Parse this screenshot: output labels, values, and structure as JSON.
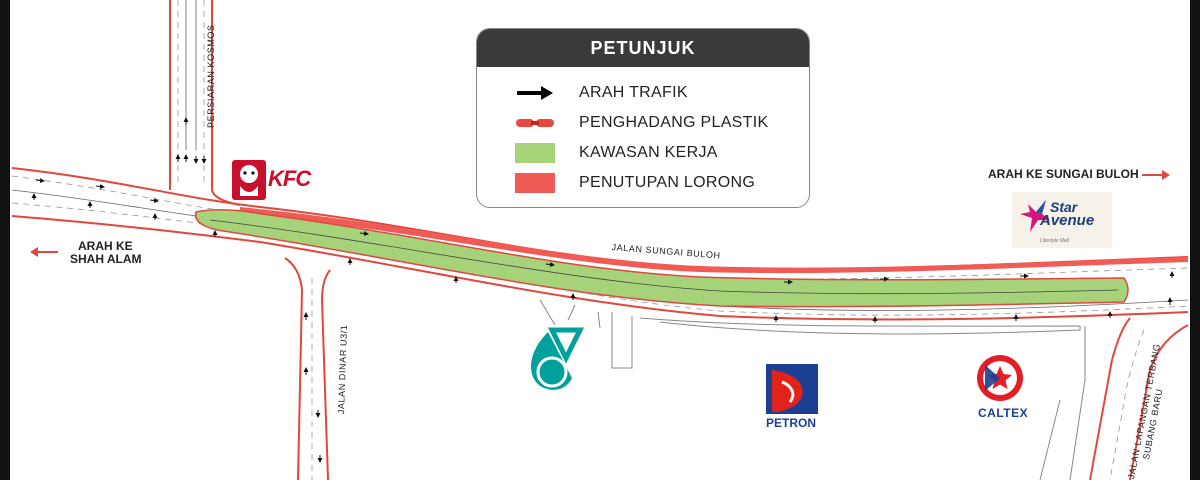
{
  "legend": {
    "title": "PETUNJUK",
    "items": [
      {
        "label": "ARAH TRAFIK",
        "symbol": "arrow-icon",
        "color": "#000000"
      },
      {
        "label": "PENGHADANG PLASTIK",
        "symbol": "barrier-icon",
        "color": "#e8473f"
      },
      {
        "label": "KAWASAN KERJA",
        "symbol": "work-zone-swatch",
        "color": "#a6d279"
      },
      {
        "label": "PENUTUPAN LORONG",
        "symbol": "lane-closure-swatch",
        "color": "#f05c55"
      }
    ]
  },
  "directions": {
    "sungai_buloh": "ARAH KE SUNGAI BULOH",
    "shah_alam_line1": "ARAH KE",
    "shah_alam_line2": "SHAH ALAM"
  },
  "roads": {
    "main": "JALAN SUNGAI BULOH",
    "kosmos": "PERSIARAN KOSMOS",
    "dinar": "JALAN DINAR U3/1",
    "lapangan_line1": "JALAN LAPANGAN TERBANG",
    "lapangan_line2": "SUBANG BARU"
  },
  "landmarks": {
    "kfc": "KFC",
    "star_avenue_line1": "Star",
    "star_avenue_line2": "Avenue",
    "star_avenue_sub": "Lifestyle Mall",
    "petron": "PETRON",
    "caltex": "CALTEX"
  },
  "colors": {
    "road_edge": "#e0483f",
    "work_zone": "#a6d279",
    "lane_closure": "#f05c55",
    "petronas": "#00a19c",
    "petron_blue": "#1c3f94",
    "petron_red": "#e2231a",
    "caltex_red": "#e31e26",
    "star_pink": "#d6157f",
    "star_blue": "#1d5aa8"
  }
}
